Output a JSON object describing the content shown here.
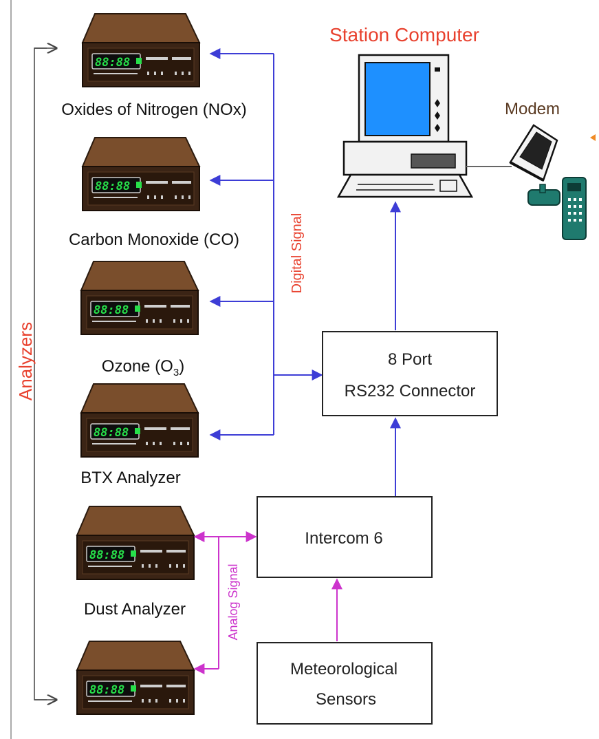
{
  "colors": {
    "digital": "#3d3dd6",
    "analog": "#cc33cc",
    "accent_text": "#e8412e",
    "box_stroke": "#222222",
    "analyzer_top": "#7a4e2c",
    "analyzer_dark": "#3b2415",
    "display": "#27e04a",
    "monitor_screen": "#1e90ff",
    "phone": "#1f7a6e"
  },
  "labels": {
    "station_computer": "Station Computer",
    "modem": "Modem",
    "digital_signal": "Digital Signal",
    "analog_signal": "Analog Signal",
    "analyzers": "Analyzers"
  },
  "analyzers": [
    {
      "name": "Oxides of Nitrogen (NOx)",
      "display": "88:88"
    },
    {
      "name": "Carbon Monoxide (CO)",
      "display": "88:88"
    },
    {
      "name_main": "Ozone (O",
      "name_sub": "3",
      "name_end": ")",
      "display": "88:88"
    },
    {
      "name": "BTX Analyzer",
      "display": "88:88"
    },
    {
      "name": "Dust Analyzer",
      "display": "88:88"
    },
    {
      "name": "",
      "display": "88:88"
    }
  ],
  "boxes": {
    "rs232": {
      "line1": "8 Port",
      "line2": "RS232 Connector"
    },
    "intercom": {
      "line1": "Intercom 6"
    },
    "meteo": {
      "line1": "Meteorological",
      "line2": "Sensors"
    }
  },
  "icons": {
    "computer": "desktop-computer-icon",
    "modem": "modem-icon",
    "phone": "telephone-icon"
  }
}
